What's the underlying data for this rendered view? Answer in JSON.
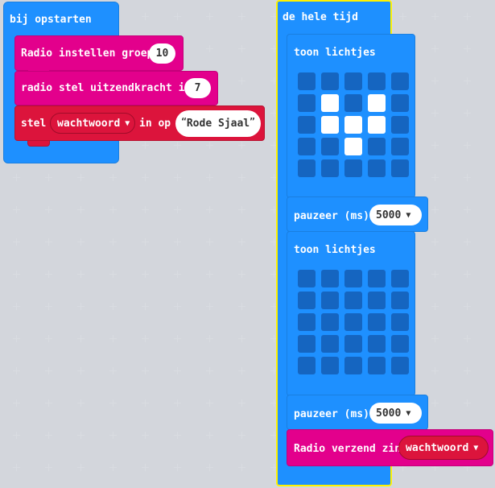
{
  "on_start": {
    "title": "bij opstarten",
    "radio_group_label": "Radio instellen groep",
    "radio_group_value": "10",
    "radio_power_label": "radio stel uitzendkracht in",
    "radio_power_value": "7",
    "set_label": "stel",
    "set_variable": "wachtwoord",
    "set_to_label": "in op",
    "set_value": "Rode Sjaal",
    "quote_open": "“",
    "quote_close": "”"
  },
  "forever": {
    "title": "de hele tijd",
    "show_leds_1_label": "toon lichtjes",
    "leds_1": [
      [
        0,
        0,
        0,
        0,
        0
      ],
      [
        0,
        1,
        0,
        1,
        0
      ],
      [
        0,
        1,
        1,
        1,
        0
      ],
      [
        0,
        0,
        1,
        0,
        0
      ],
      [
        0,
        0,
        0,
        0,
        0
      ]
    ],
    "pause_1_label": "pauzeer (ms)",
    "pause_1_value": "5000",
    "show_leds_2_label": "toon lichtjes",
    "leds_2": [
      [
        0,
        0,
        0,
        0,
        0
      ],
      [
        0,
        0,
        0,
        0,
        0
      ],
      [
        0,
        0,
        0,
        0,
        0
      ],
      [
        0,
        0,
        0,
        0,
        0
      ],
      [
        0,
        0,
        0,
        0,
        0
      ]
    ],
    "pause_2_label": "pauzeer (ms)",
    "pause_2_value": "5000",
    "radio_send_label": "Radio verzend zin",
    "radio_send_variable": "wachtwoord"
  },
  "icons": {
    "dropdown": "caret-down-icon"
  },
  "colors": {
    "basic": "#1e90ff",
    "radio": "#e3008c",
    "variables": "#dc143c",
    "highlight": "#fff200"
  }
}
